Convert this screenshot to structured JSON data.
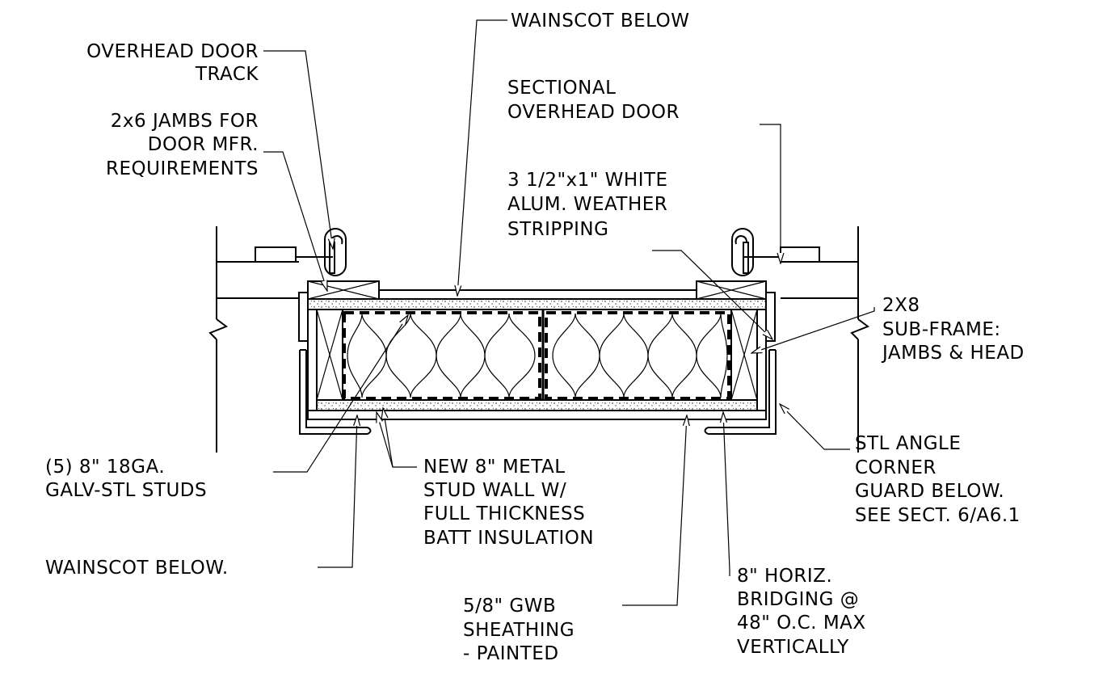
{
  "colors": {
    "ink": "#000000",
    "paper": "#ffffff"
  },
  "labels": {
    "wainscot_top": "WAINSCOT BELOW",
    "overhead_track": [
      "OVERHEAD DOOR",
      "TRACK"
    ],
    "sectional_door": [
      "SECTIONAL",
      "OVERHEAD DOOR"
    ],
    "jambs_2x6": [
      "2x6 JAMBS FOR",
      "DOOR MFR.",
      "REQUIREMENTS"
    ],
    "weather_strip": [
      "3 1/2\"x1\" WHITE",
      "ALUM. WEATHER",
      "STRIPPING"
    ],
    "subframe": [
      "2X8",
      "SUB-FRAME:",
      "JAMBS & HEAD"
    ],
    "studs": [
      "(5) 8\" 18GA.",
      "GALV-STL STUDS"
    ],
    "stud_wall": [
      "NEW 8\" METAL",
      "STUD WALL W/",
      "FULL THICKNESS",
      "BATT INSULATION"
    ],
    "angle_guard": [
      "STL ANGLE",
      "CORNER",
      "GUARD BELOW.",
      "SEE SECT. 6/A6.1"
    ],
    "wainscot_bottom": "WAINSCOT BELOW.",
    "gwb": [
      "5/8\" GWB",
      "SHEATHING",
      "- PAINTED"
    ],
    "bridging": [
      "8\" HORIZ.",
      "BRIDGING @",
      "48\" O.C. MAX",
      "VERTICALLY"
    ]
  }
}
